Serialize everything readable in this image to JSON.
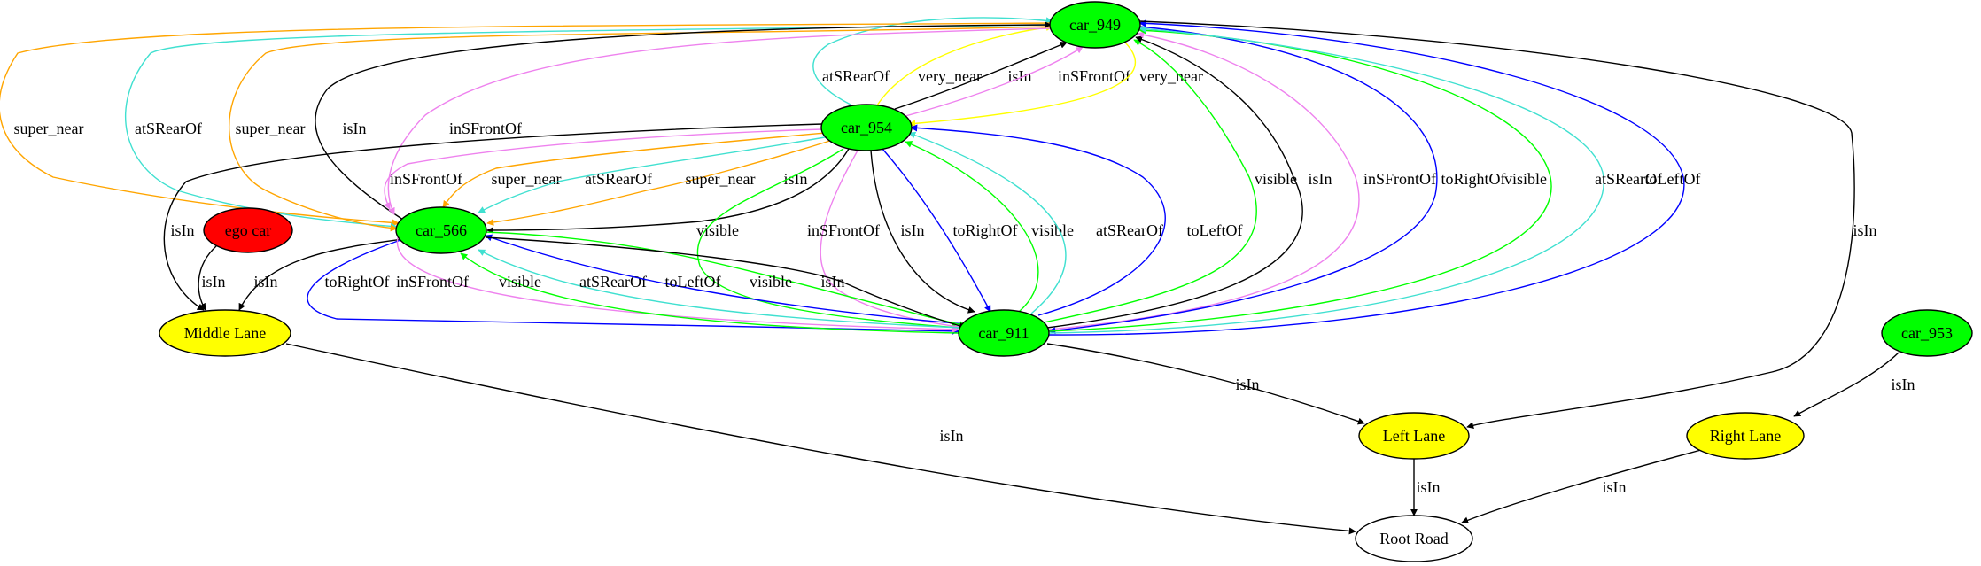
{
  "graph": {
    "nodes": [
      {
        "id": "car_949",
        "label": "car_949",
        "fill": "#00ff00"
      },
      {
        "id": "car_954",
        "label": "car_954",
        "fill": "#00ff00"
      },
      {
        "id": "car_566",
        "label": "car_566",
        "fill": "#00ff00"
      },
      {
        "id": "ego_car",
        "label": "ego car",
        "fill": "#ff0000"
      },
      {
        "id": "car_911",
        "label": "car_911",
        "fill": "#00ff00"
      },
      {
        "id": "car_953",
        "label": "car_953",
        "fill": "#00ff00"
      },
      {
        "id": "middle_lane",
        "label": "Middle Lane",
        "fill": "#ffff00"
      },
      {
        "id": "left_lane",
        "label": "Left Lane",
        "fill": "#ffff00"
      },
      {
        "id": "right_lane",
        "label": "Right Lane",
        "fill": "#ffff00"
      },
      {
        "id": "root_road",
        "label": "Root Road",
        "fill": "#ffffff"
      }
    ],
    "edges": [
      {
        "id": "e1",
        "from": "car_954",
        "to": "car_949",
        "label": "atSRearOf",
        "color": "#40e0d0"
      },
      {
        "id": "e2",
        "from": "car_954",
        "to": "car_949",
        "label": "very_near",
        "color": "#ffff00"
      },
      {
        "id": "e3",
        "from": "car_954",
        "to": "car_949",
        "label": "isIn",
        "color": "#000000"
      },
      {
        "id": "e4",
        "from": "car_954",
        "to": "car_949",
        "label": "inSFrontOf",
        "color": "#ee82ee"
      },
      {
        "id": "e5",
        "from": "car_949",
        "to": "car_954",
        "label": "very_near",
        "color": "#ffff00"
      },
      {
        "id": "e6",
        "from": "car_949",
        "to": "car_566",
        "label": "super_near",
        "color": "#ffa500"
      },
      {
        "id": "e7",
        "from": "car_949",
        "to": "car_566",
        "label": "atSRearOf",
        "color": "#40e0d0"
      },
      {
        "id": "e8",
        "from": "car_949",
        "to": "car_566",
        "label": "super_near",
        "color": "#ffa500"
      },
      {
        "id": "e9",
        "from": "car_566",
        "to": "car_949",
        "label": "isIn",
        "color": "#000000"
      },
      {
        "id": "e10",
        "from": "car_949",
        "to": "car_566",
        "label": "inSFrontOf",
        "color": "#ee82ee"
      },
      {
        "id": "e11",
        "from": "car_954",
        "to": "middle_lane",
        "label": "isIn",
        "color": "#000000"
      },
      {
        "id": "e12",
        "from": "car_954",
        "to": "car_566",
        "label": "inSFrontOf",
        "color": "#ee82ee"
      },
      {
        "id": "e13",
        "from": "car_954",
        "to": "car_566",
        "label": "super_near",
        "color": "#ffa500"
      },
      {
        "id": "e14",
        "from": "car_954",
        "to": "car_566",
        "label": "atSRearOf",
        "color": "#40e0d0"
      },
      {
        "id": "e15",
        "from": "car_954",
        "to": "car_566",
        "label": "super_near",
        "color": "#ffa500"
      },
      {
        "id": "e16",
        "from": "car_954",
        "to": "car_566",
        "label": "isIn",
        "color": "#000000"
      },
      {
        "id": "e17",
        "from": "car_954",
        "to": "car_911",
        "label": "visible",
        "color": "#00ff00"
      },
      {
        "id": "e18",
        "from": "car_954",
        "to": "car_911",
        "label": "inSFrontOf",
        "color": "#ee82ee"
      },
      {
        "id": "e19",
        "from": "car_954",
        "to": "car_911",
        "label": "isIn",
        "color": "#000000"
      },
      {
        "id": "e20",
        "from": "car_954",
        "to": "car_911",
        "label": "toRightOf",
        "color": "#0000ff"
      },
      {
        "id": "e21",
        "from": "car_911",
        "to": "car_954",
        "label": "visible",
        "color": "#00ff00"
      },
      {
        "id": "e22",
        "from": "car_911",
        "to": "car_954",
        "label": "atSRearOf",
        "color": "#40e0d0"
      },
      {
        "id": "e23",
        "from": "car_911",
        "to": "car_954",
        "label": "toLeftOf",
        "color": "#0000ff"
      },
      {
        "id": "e24",
        "from": "car_911",
        "to": "car_949",
        "label": "visible",
        "color": "#00ff00"
      },
      {
        "id": "e25",
        "from": "car_911",
        "to": "car_949",
        "label": "isIn",
        "color": "#000000"
      },
      {
        "id": "e26",
        "from": "car_911",
        "to": "car_949",
        "label": "inSFrontOf",
        "color": "#ee82ee"
      },
      {
        "id": "e27",
        "from": "car_949",
        "to": "car_911",
        "label": "toRightOf",
        "color": "#0000ff"
      },
      {
        "id": "e28",
        "from": "car_911",
        "to": "car_949",
        "label": "visible",
        "color": "#00ff00"
      },
      {
        "id": "e29",
        "from": "car_911",
        "to": "car_949",
        "label": "atSRearOf",
        "color": "#40e0d0"
      },
      {
        "id": "e30",
        "from": "car_911",
        "to": "car_949",
        "label": "toLeftOf",
        "color": "#0000ff"
      },
      {
        "id": "e31",
        "from": "car_949",
        "to": "left_lane",
        "label": "isIn",
        "color": "#000000"
      },
      {
        "id": "e32",
        "from": "ego_car",
        "to": "middle_lane",
        "label": "isIn",
        "color": "#000000"
      },
      {
        "id": "e33",
        "from": "car_566",
        "to": "middle_lane",
        "label": "isIn",
        "color": "#000000"
      },
      {
        "id": "e34",
        "from": "car_566",
        "to": "car_911",
        "label": "toRightOf",
        "color": "#0000ff"
      },
      {
        "id": "e35",
        "from": "car_566",
        "to": "car_911",
        "label": "inSFrontOf",
        "color": "#ee82ee"
      },
      {
        "id": "e36",
        "from": "car_911",
        "to": "car_566",
        "label": "visible",
        "color": "#00ff00"
      },
      {
        "id": "e37",
        "from": "car_911",
        "to": "car_566",
        "label": "atSRearOf",
        "color": "#40e0d0"
      },
      {
        "id": "e38",
        "from": "car_911",
        "to": "car_566",
        "label": "toLeftOf",
        "color": "#0000ff"
      },
      {
        "id": "e39",
        "from": "car_566",
        "to": "car_911",
        "label": "visible",
        "color": "#00ff00"
      },
      {
        "id": "e40",
        "from": "car_566",
        "to": "car_911",
        "label": "isIn",
        "color": "#000000"
      },
      {
        "id": "e41",
        "from": "car_911",
        "to": "left_lane",
        "label": "isIn",
        "color": "#000000"
      },
      {
        "id": "e42",
        "from": "car_953",
        "to": "right_lane",
        "label": "isIn",
        "color": "#000000"
      },
      {
        "id": "e43",
        "from": "middle_lane",
        "to": "root_road",
        "label": "isIn",
        "color": "#000000"
      },
      {
        "id": "e44",
        "from": "left_lane",
        "to": "root_road",
        "label": "isIn",
        "color": "#000000"
      },
      {
        "id": "e45",
        "from": "right_lane",
        "to": "root_road",
        "label": "isIn",
        "color": "#000000"
      }
    ]
  }
}
